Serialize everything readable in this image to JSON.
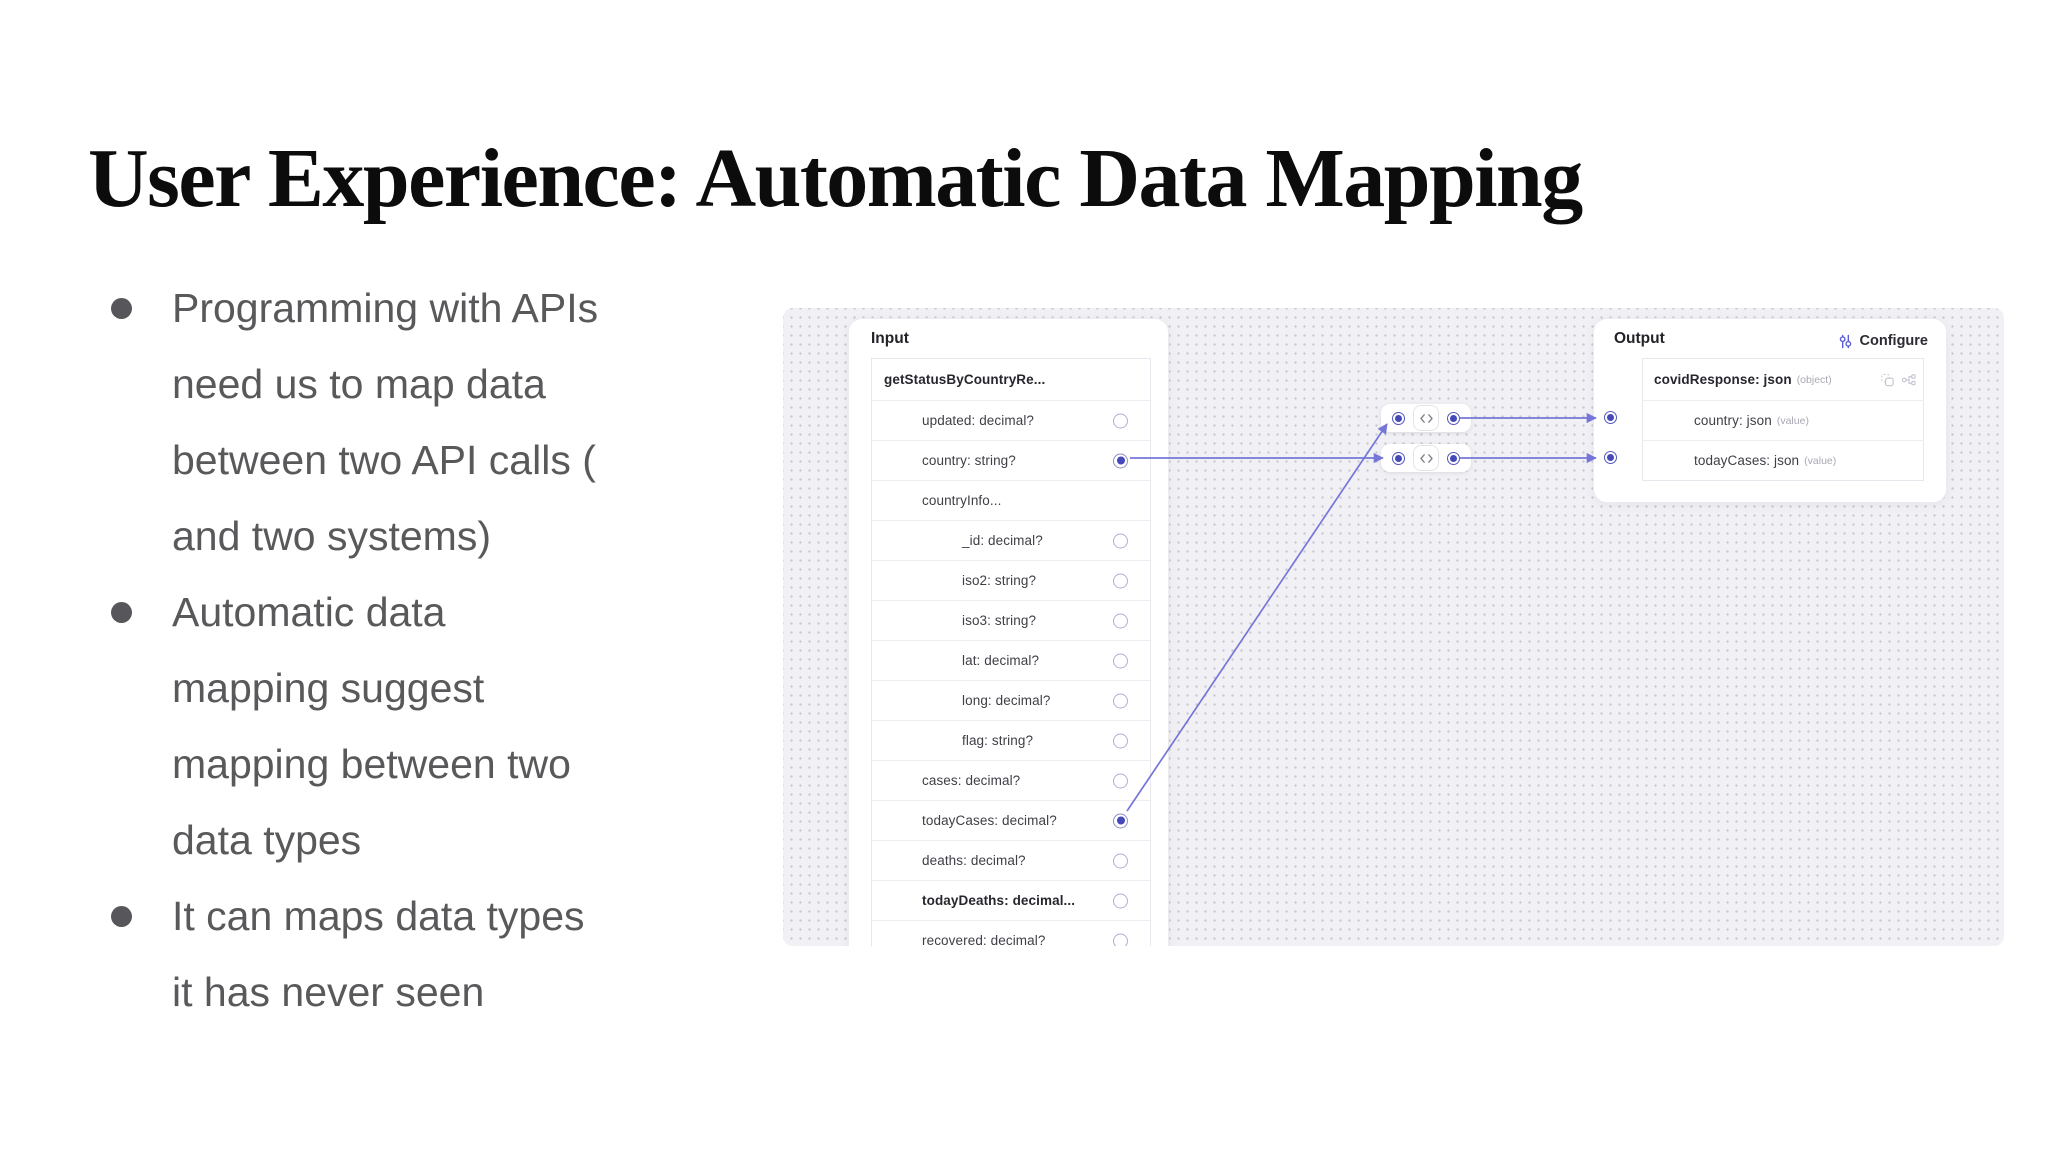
{
  "slide": {
    "title": "User Experience: Automatic Data Mapping",
    "bullets": [
      {
        "lines": [
          "Programming with APIs",
          "need us to map data",
          "between two API calls (",
          "and two systems)"
        ]
      },
      {
        "lines": [
          "Automatic data",
          "mapping suggest",
          "mapping between two",
          "data types"
        ]
      },
      {
        "lines": [
          "It can maps data types",
          "it has never seen"
        ]
      }
    ]
  },
  "mapper": {
    "input_panel": {
      "title": "Input",
      "rows": [
        {
          "label": "getStatusByCountryRe...",
          "indent": 0,
          "radio": "none",
          "emphasis": true
        },
        {
          "label": "updated: decimal?",
          "indent": 1,
          "radio": "off"
        },
        {
          "label": "country: string?",
          "indent": 1,
          "radio": "on"
        },
        {
          "label": "countryInfo...",
          "indent": 1,
          "radio": "none"
        },
        {
          "label": "_id: decimal?",
          "indent": 2,
          "radio": "off"
        },
        {
          "label": "iso2: string?",
          "indent": 2,
          "radio": "off"
        },
        {
          "label": "iso3: string?",
          "indent": 2,
          "radio": "off"
        },
        {
          "label": "lat: decimal?",
          "indent": 2,
          "radio": "off"
        },
        {
          "label": "long: decimal?",
          "indent": 2,
          "radio": "off"
        },
        {
          "label": "flag: string?",
          "indent": 2,
          "radio": "off"
        },
        {
          "label": "cases: decimal?",
          "indent": 1,
          "radio": "off"
        },
        {
          "label": "todayCases: decimal?",
          "indent": 1,
          "radio": "on"
        },
        {
          "label": "deaths: decimal?",
          "indent": 1,
          "radio": "off"
        },
        {
          "label": "todayDeaths: decimal...",
          "indent": 1,
          "radio": "off",
          "emphasis": true
        },
        {
          "label": "recovered: decimal?",
          "indent": 1,
          "radio": "off"
        }
      ]
    },
    "output_panel": {
      "title": "Output",
      "configure_label": "Configure",
      "rows": [
        {
          "label": "covidResponse: json",
          "suffix": "(object)",
          "emphasis": true,
          "icons": [
            "copy-icon",
            "hierarchy-icon"
          ]
        },
        {
          "label": "country: json",
          "suffix": "(value)",
          "port": true
        },
        {
          "label": "todayCases: json",
          "suffix": "(value)",
          "port": true
        }
      ]
    },
    "connections": [
      {
        "from": "country: string?",
        "via": "transform-node",
        "to": "todayCases: json"
      },
      {
        "from": "todayCases: decimal?",
        "via": "transform-node",
        "to": "country: json"
      }
    ],
    "colors": {
      "accent": "#5156c5",
      "line": "#7477d8",
      "canvas_bg": "#f1f1f5"
    }
  }
}
